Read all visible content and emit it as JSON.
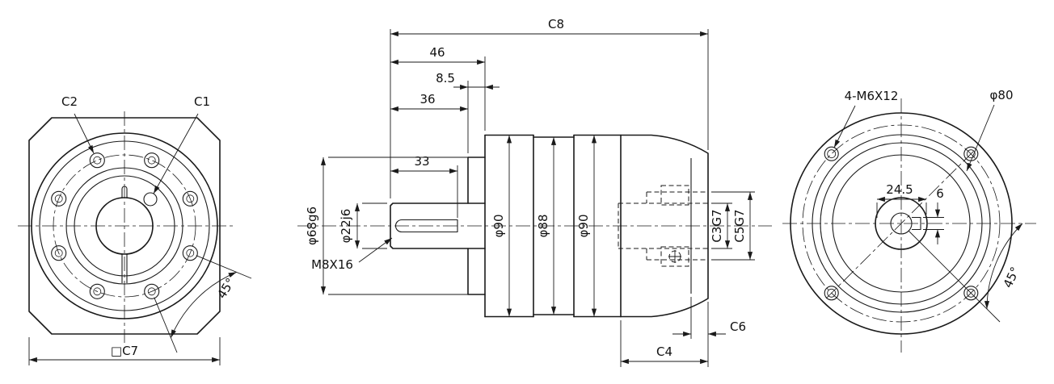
{
  "drawing": {
    "front_view": {
      "c2": "C2",
      "c1": "C1",
      "angle": "45°",
      "c7": "□C7"
    },
    "side_view": {
      "c8": "C8",
      "len_46": "46",
      "len_8_5": "8.5",
      "len_36": "36",
      "len_33": "33",
      "dia_seat": "φ68g6",
      "dia_shaft": "φ22j6",
      "tap": "M8X16",
      "dia_body_front": "φ90",
      "dia_body_mid": "φ88",
      "dia_body_rear": "φ90",
      "bore_c3": "C3G7",
      "bore_c5": "C5G7",
      "c6": "C6",
      "c4": "C4"
    },
    "rear_view": {
      "bolt_spec": "4-M6X12",
      "dia_80": "φ80",
      "len_24_5": "24.5",
      "len_6": "6",
      "angle": "45°"
    },
    "colors": {
      "line": "#1a1a1a",
      "background": "#ffffff"
    }
  }
}
